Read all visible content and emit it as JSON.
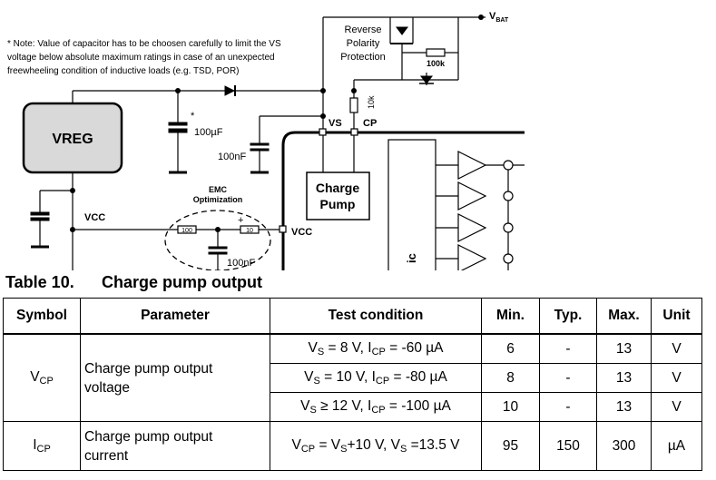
{
  "schematic": {
    "note_lines": [
      "* Note: Value of capacitor has to be choosen carefully to limit the VS",
      "voltage below absolute maximum ratings in case of an unexpected",
      "freewheeling condition of inductive loads (e.g. TSD, POR)"
    ],
    "vbat_main": "V",
    "vbat_sub": "BAT",
    "reverse_lines": [
      "Reverse",
      "Polarity",
      "Protection"
    ],
    "r100k": "100k",
    "r10k": "10k",
    "vreg": "VREG",
    "asterisk": "*",
    "cap100uf": "100µF",
    "cap100nf_top": "100nF",
    "pin_vs": "VS",
    "pin_cp": "CP",
    "charge_pump_lines": [
      "Charge",
      "Pump"
    ],
    "emc_lines": [
      "EMC",
      "Optimization"
    ],
    "vcc_left": "VCC",
    "vcc_right": "VCC",
    "r_emc_1": "100",
    "r_emc_2": "10",
    "plus": "+",
    "cap100nf_bottom": "100nF",
    "logic_fragment": "ic"
  },
  "caption": {
    "number": "Table 10.",
    "title": "Charge pump output"
  },
  "table": {
    "headers": {
      "symbol": "Symbol",
      "parameter": "Parameter",
      "test_condition": "Test condition",
      "min": "Min.",
      "typ": "Typ.",
      "max": "Max.",
      "unit": "Unit"
    },
    "vcp": {
      "symbol_main": "V",
      "symbol_sub": "CP",
      "parameter_line1": "Charge pump output",
      "parameter_line2": "voltage",
      "rows": [
        {
          "cond_a": "V",
          "sub_a": "S",
          "cond_b": " = 8 V,   I",
          "sub_b": "CP",
          "cond_c": " = -60 µA",
          "min": "6",
          "typ": "-",
          "max": "13",
          "unit": "V"
        },
        {
          "cond_a": "V",
          "sub_a": "S",
          "cond_b": " = 10 V, I",
          "sub_b": "CP",
          "cond_c": " = -80 µA",
          "min": "8",
          "typ": "-",
          "max": "13",
          "unit": "V"
        },
        {
          "cond_a": "V",
          "sub_a": "S",
          "cond_b": " ≥ 12 V, I",
          "sub_b": "CP",
          "cond_c": " = -100 µA",
          "min": "10",
          "typ": "-",
          "max": "13",
          "unit": "V"
        }
      ]
    },
    "icp": {
      "symbol_main": "I",
      "symbol_sub": "CP",
      "parameter_line1": "Charge pump output",
      "parameter_line2": "current",
      "cond_a": "V",
      "sub_a": "CP",
      "cond_b": " = V",
      "sub_b": "S",
      "cond_c": "+10 V, V",
      "sub_c": "S",
      "cond_d": " =13.5 V",
      "min": "95",
      "typ": "150",
      "max": "300",
      "unit": "µA"
    }
  }
}
